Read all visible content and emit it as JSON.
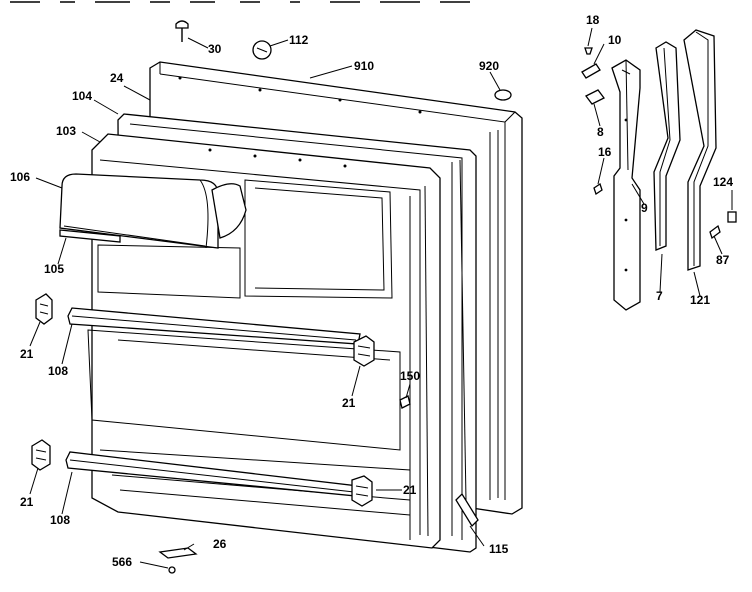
{
  "diagram": {
    "callouts": {
      "c30": "30",
      "c112": "112",
      "c910": "910",
      "c920": "920",
      "c24": "24",
      "c104": "104",
      "c103": "103",
      "c106": "106",
      "c105": "105",
      "c21a": "21",
      "c108a": "108",
      "c21b": "21",
      "c150": "150",
      "c21c": "21",
      "c108b": "108",
      "c21d": "21",
      "c26": "26",
      "c566": "566",
      "c115": "115",
      "c18": "18",
      "c10": "10",
      "c8": "8",
      "c16": "16",
      "c9": "9",
      "c7": "7",
      "c121": "121",
      "c124": "124",
      "c87": "87"
    }
  }
}
